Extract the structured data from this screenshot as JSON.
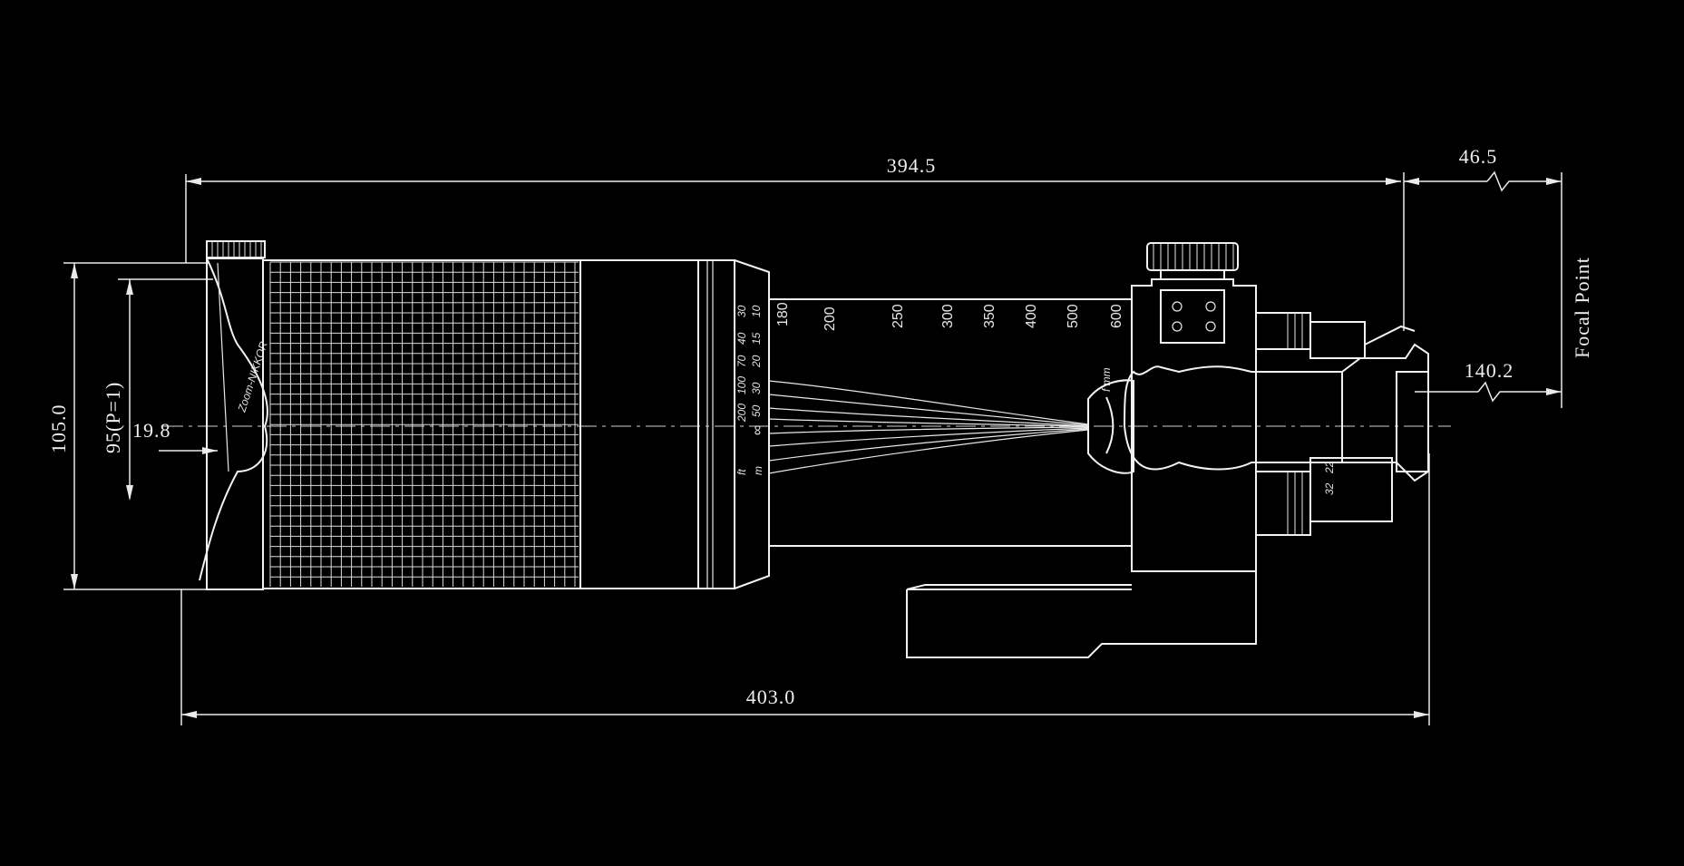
{
  "dimensions": {
    "length_total": "394.5",
    "length_overall": "403.0",
    "flange_to_focal": "46.5",
    "rear_to_focal": "140.2",
    "diameter": "105.0",
    "aperture": "95(P=1)",
    "front_offset": "19.8"
  },
  "focal_point_label": "Focal Point",
  "brand_text": "Zoom-NIKKOR",
  "focal_scale": [
    "180",
    "200",
    "250",
    "300",
    "350",
    "400",
    "500",
    "600"
  ],
  "focal_unit": "f mm",
  "distance_scale_ft": [
    "30",
    "40",
    "70",
    "100",
    "200",
    "∞",
    "ft"
  ],
  "distance_scale_m": [
    "10",
    "15",
    "20",
    "30",
    "50",
    "∞",
    "m"
  ],
  "aperture_ring": [
    "32",
    "22"
  ]
}
